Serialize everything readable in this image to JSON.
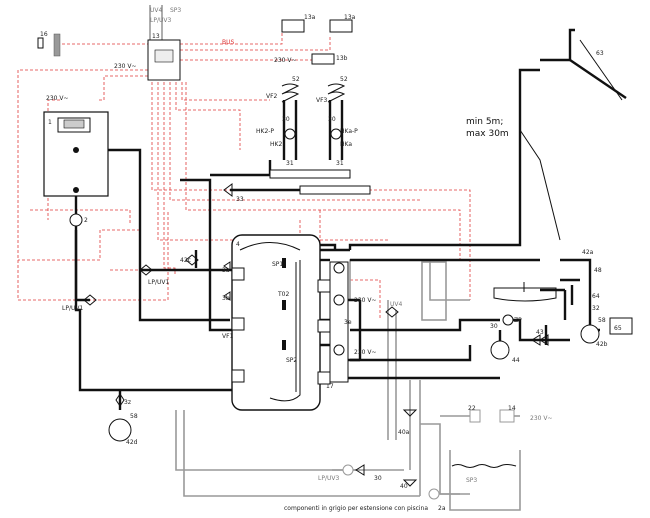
{
  "labels": {
    "n16": "16",
    "n13": "13",
    "n13a1": "13a",
    "n13a2": "13a",
    "n13b": "13b",
    "n63": "63",
    "n1": "1",
    "n2": "2",
    "n4": "4",
    "n17": "17",
    "n52a": "52",
    "n52b": "52",
    "n30a": "30",
    "n30b": "30",
    "n31a": "31",
    "n31b": "31",
    "n33": "33",
    "n42c": "42c",
    "n3a": "3a",
    "n3b": "3b",
    "n3e": "3e",
    "n3z": "3z",
    "n58a": "58",
    "n58b": "58",
    "n42d": "42d",
    "n42a": "42a",
    "n42b": "42b",
    "n48": "48",
    "n64": "64",
    "n32": "32",
    "n65": "65",
    "n43": "43",
    "n44": "44",
    "n30c": "30",
    "n30d": "30",
    "n30e": "30",
    "n22": "22",
    "n14": "14",
    "n40a": "40a",
    "n40": "40",
    "n2a": "2a",
    "sp1": "SP1",
    "sp2": "SP2",
    "sp3": "SP3",
    "t02": "T02",
    "vf1": "VF1",
    "vf2": "VF2",
    "vf3": "VF3",
    "hk2p": "HK2-P",
    "hkap": "HKa-P",
    "hk2": "HK2",
    "hka": "HKa",
    "zp": "ZP",
    "uv4": "UV4",
    "uv4b": "UV4",
    "sp3b": "SP3",
    "lpuv3": "LP/UV3",
    "lpuv3b": "LP/UV3",
    "lpuv1": "LP/UV1",
    "lpuv1b": "LP/UV1",
    "v230a": "230 V~",
    "v230b": "230 V~",
    "v230c": "230 V~",
    "v230d": "230 V~",
    "v230e": "230 V~",
    "v230f": "230 V~",
    "bus": "BUS",
    "min": "min 5m;",
    "max": "max 30m",
    "footer": "componenti in grigio per estensione con piscina"
  }
}
